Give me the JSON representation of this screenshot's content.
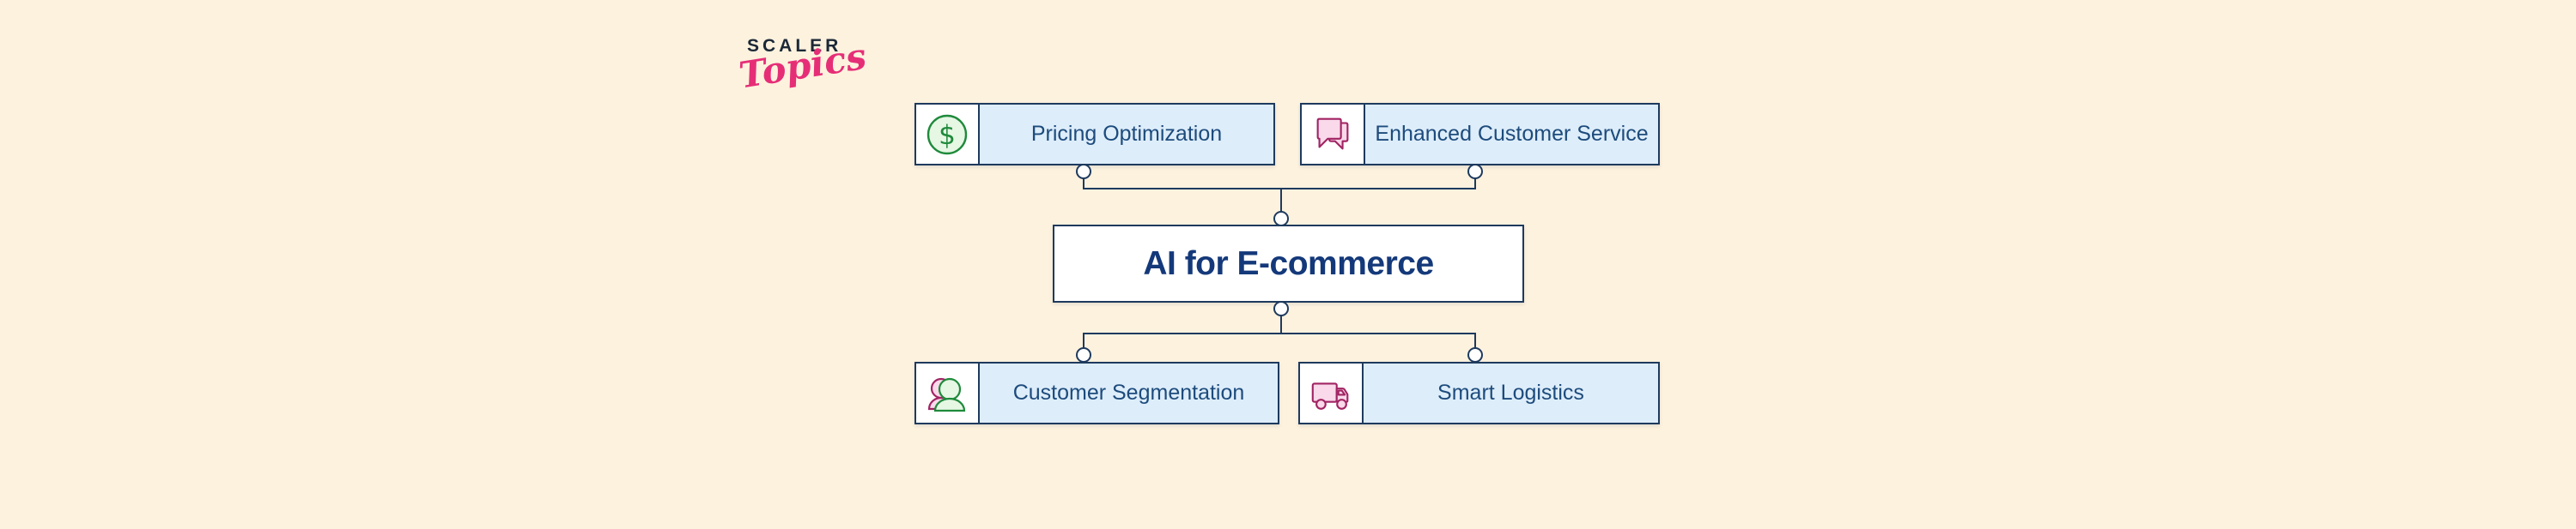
{
  "logo": {
    "brand": "SCALER",
    "product": "Topics"
  },
  "center": {
    "label": "AI for E-commerce"
  },
  "nodes": [
    {
      "id": "pricing",
      "label": "Pricing Optimization",
      "icon": "dollar-icon"
    },
    {
      "id": "enhanced",
      "label": "Enhanced Customer Service",
      "icon": "chat-bubbles-icon"
    },
    {
      "id": "segmentation",
      "label": "Customer Segmentation",
      "icon": "people-icon"
    },
    {
      "id": "logistics",
      "label": "Smart Logistics",
      "icon": "truck-icon"
    }
  ],
  "icons": {
    "dollar_glyph": "$"
  },
  "colors": {
    "background": "#fdf2de",
    "node_fill": "#ddedfa",
    "node_border": "#1e3a5e",
    "label_text": "#1d4b7c",
    "title_text": "#14397a",
    "green_stroke": "#1f8a3b",
    "green_fill": "#e6f7e4",
    "pink_stroke": "#a12463",
    "pink_fill": "#f9d9ea",
    "logo_navy": "#1b2837",
    "logo_pink": "#e62e77",
    "connector": "#1e3a5e"
  }
}
